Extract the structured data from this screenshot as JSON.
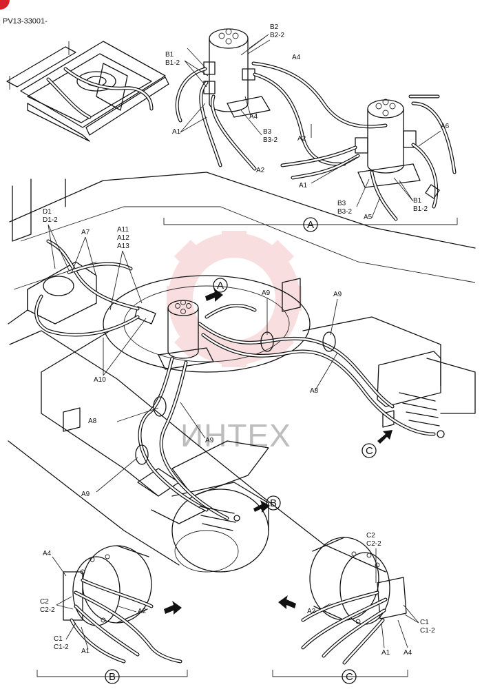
{
  "doc_id": "PV13-33001-",
  "watermark": "ИНТЕХ",
  "detail_markers": {
    "A": "A",
    "B": "B",
    "C": "C"
  },
  "labels": {
    "B2": "B2",
    "B2_2": "B2-2",
    "B1": "B1",
    "B1_2": "B1-2",
    "A4": "A4",
    "A1": "A1",
    "B3": "B3",
    "B3_2": "B3-2",
    "A2": "A2",
    "A6": "A6",
    "A5": "A5",
    "D1": "D1",
    "D1_2": "D1-2",
    "A7": "A7",
    "A11": "A11",
    "A12": "A12",
    "A13": "A13",
    "A9": "A9",
    "A10": "A10",
    "A8": "A8",
    "C2": "C2",
    "C2_2": "C2-2",
    "C1": "C1",
    "C1_2": "C1-2"
  },
  "colors": {
    "line": "#111111",
    "watermark_gear": "#f3c4c4",
    "watermark_text": "#bdbdbd",
    "corner_badge": "#d8202a"
  }
}
